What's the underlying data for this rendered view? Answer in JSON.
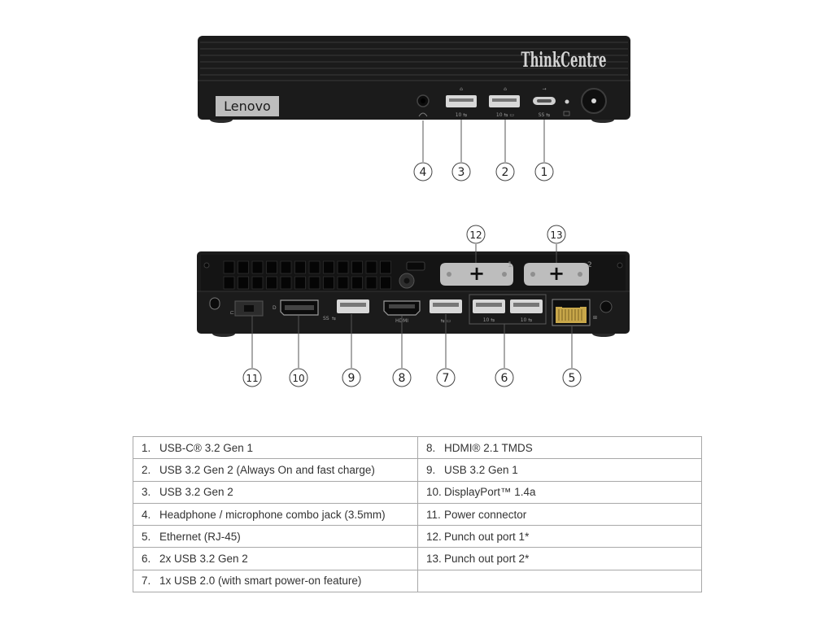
{
  "front": {
    "brand_logo": "Lenovo",
    "product_logo": "ThinkCentre",
    "port_icons": {
      "usb_c": "usb-c-icon",
      "usb_a": "usb-a-icon",
      "audio": "headset-icon",
      "power": "power-button-icon",
      "led": "power-led-icon",
      "ss_label": "SS",
      "speed_label": "10"
    },
    "callouts": [
      "4",
      "3",
      "2",
      "1"
    ]
  },
  "rear": {
    "punchout_labels": [
      "1",
      "2"
    ],
    "port_labels": {
      "hdmi": "HDMI",
      "ss": "SS"
    },
    "callouts_top": [
      "12",
      "13"
    ],
    "callouts_bottom": [
      "11",
      "10",
      "9",
      "8",
      "7",
      "6",
      "5"
    ]
  },
  "legend": {
    "left": [
      {
        "num": "1.",
        "text": "USB-C® 3.2 Gen 1"
      },
      {
        "num": "2.",
        "text": "USB 3.2 Gen 2 (Always On and fast charge)"
      },
      {
        "num": "3.",
        "text": "USB 3.2 Gen 2"
      },
      {
        "num": "4.",
        "text": "Headphone / microphone combo jack (3.5mm)"
      },
      {
        "num": "5.",
        "text": "Ethernet (RJ-45)"
      },
      {
        "num": "6.",
        "text": "2x USB 3.2 Gen 2"
      },
      {
        "num": "7.",
        "text": "1x USB 2.0 (with smart power-on feature)"
      }
    ],
    "right": [
      {
        "num": "8.",
        "text": "HDMI® 2.1 TMDS"
      },
      {
        "num": "9.",
        "text": "USB 3.2 Gen 1"
      },
      {
        "num": "10.",
        "text": "DisplayPort™ 1.4a"
      },
      {
        "num": "11.",
        "text": "Power connector"
      },
      {
        "num": "12.",
        "text": "Punch out port 1*"
      },
      {
        "num": "13.",
        "text": "Punch out port 2*"
      },
      {
        "num": "",
        "text": ""
      }
    ]
  },
  "colors": {
    "chassis": "#1b1b1b",
    "chassis_edge": "#2b2b2b",
    "port_metal": "#d8d8d8",
    "punchout": "#bdbdbd",
    "rj45": "#c8a74a",
    "line": "#555555"
  }
}
